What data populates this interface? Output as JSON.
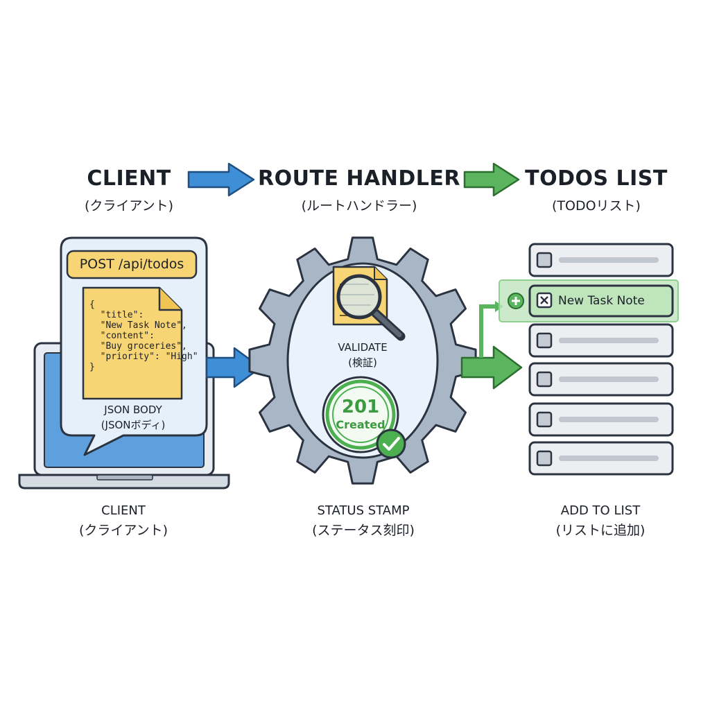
{
  "headers": {
    "client": {
      "title": "CLIENT",
      "sub": "(クライアント)"
    },
    "route": {
      "title": "ROUTE HANDLER",
      "sub": "(ルートハンドラー)"
    },
    "todos": {
      "title": "TODOS LIST",
      "sub": "(TODOリスト)"
    }
  },
  "request": {
    "endpoint": "POST /api/todos",
    "json_lines": [
      "{",
      "  \"title\":",
      "  \"New Task Note\",",
      "  \"content\":",
      "  \"Buy groceries\",",
      "  \"priority\": \"High\"",
      "}"
    ],
    "body_label": "JSON BODY",
    "body_sub": "(JSONボディ)"
  },
  "validate": {
    "label": "VALIDATE",
    "sub": "(検証)"
  },
  "stamp": {
    "code": "201",
    "text": "Created"
  },
  "new_item": {
    "label": "New Task Note"
  },
  "captions": {
    "client": {
      "title": "CLIENT",
      "sub": "(クライアント)"
    },
    "stamp": {
      "title": "STATUS STAMP",
      "sub": "(ステータス刻印)"
    },
    "add": {
      "title": "ADD TO LIST",
      "sub": "(リストに追加)"
    }
  },
  "colors": {
    "blue": "#3f8fd6",
    "green": "#4caf50",
    "yellow": "#f7d574",
    "gear": "#a9b6c6",
    "outline": "#2b3340"
  }
}
